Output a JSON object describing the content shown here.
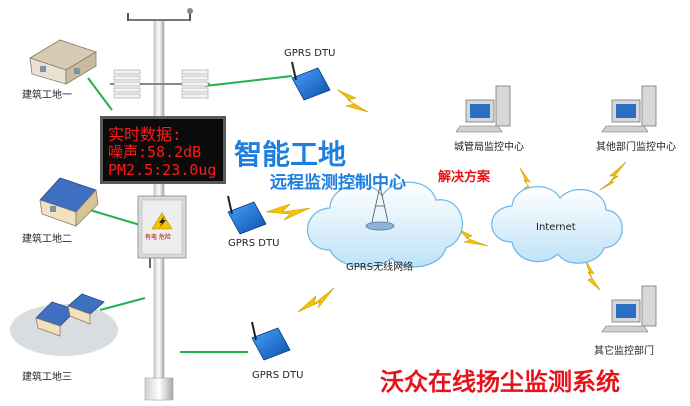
{
  "sites": [
    {
      "label": "建筑工地一"
    },
    {
      "label": "建筑工地二"
    },
    {
      "label": "建筑工地三"
    }
  ],
  "dtus": [
    {
      "label": "GPRS DTU"
    },
    {
      "label": "GPRS DTU"
    },
    {
      "label": "GPRS DTU"
    }
  ],
  "led": {
    "line1": "实时数据:",
    "line2": "噪声:58.2dB",
    "line3": "PM2.5:23.0ug"
  },
  "cabinet": {
    "warning": "有电 危险"
  },
  "headline": {
    "main": "智能工地",
    "sub": "远程监测控制中心",
    "tail": "解决方案"
  },
  "gprs_network": {
    "label": "GPRS无线网络"
  },
  "internet": {
    "label": "Internet"
  },
  "monitors": [
    {
      "label": "城管局监控中心"
    },
    {
      "label": "其他部门监控中心"
    },
    {
      "label": "其它监控部门"
    }
  ],
  "brand": {
    "title": "沃众在线扬尘监测系统"
  },
  "colors": {
    "link_green": "#22b14c",
    "bolt_yellow": "#f5c400",
    "headline_blue": "#1e7fe0",
    "brand_red": "#e8121b",
    "led_red": "#ff1a1a"
  }
}
